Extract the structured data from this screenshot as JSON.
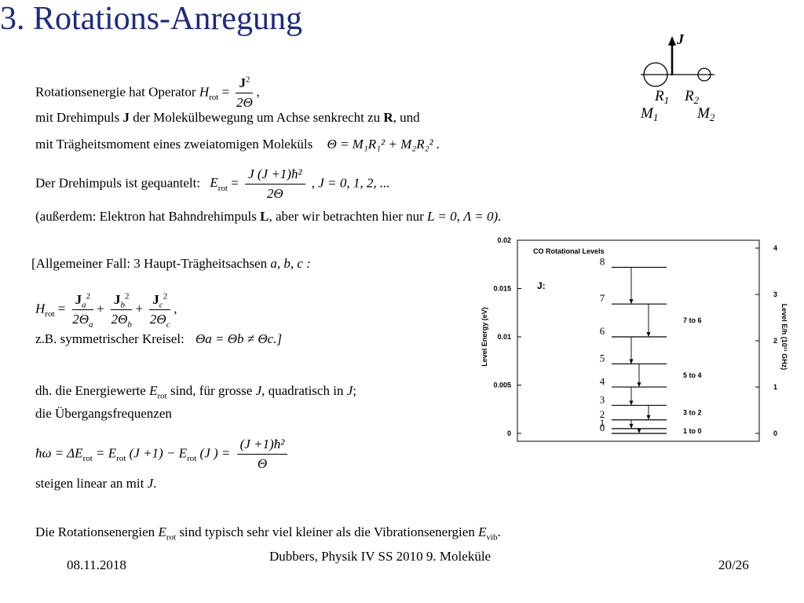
{
  "title": "3. Rotations-Anregung",
  "lines": {
    "l1_text": "Rotationsenergie hat Operator",
    "l1_H": "H",
    "l1_sub": "rot",
    "l1_eq": "=",
    "l1_num": "J",
    "l1_num_sup": "2",
    "l1_den": "2Θ",
    "l1_comma": ",",
    "l2_a": "mit Drehimpuls",
    "l2_J": "J",
    "l2_b": "der Molekülbewegung um Achse senkrecht zu",
    "l2_R": "R",
    "l2_c": ", und",
    "l3_text": "mit Trägheitsmoment eines zweiatomigen Moleküls",
    "l3_formula": "Θ = M₁R₁² + M₂R₂² .",
    "l4_text": "Der Drehimpuls ist gequantelt:",
    "l4_E": "E",
    "l4_sub": "rot",
    "l4_num": "J (J +1)ħ²",
    "l4_den": "2Θ",
    "l4_tail": ",   J = 0, 1, 2, ...",
    "l5_text": "(außerdem:  Elektron hat Bahndrehimpuls",
    "l5_L": "L",
    "l5_mid": ",  aber wir betrachten hier nur",
    "l5_formula": "L = 0, Λ = 0).",
    "l6_text": "[Allgemeiner Fall:  3 Haupt-Trägheitsachsen",
    "l6_abc": "a, b, c :",
    "l7_H": "H",
    "l7_sub": "rot",
    "l7_f1n": "J",
    "l7_f1s": "a",
    "l7_f1d": "2Θ",
    "l7_f1ds": "a",
    "l7_f2n": "J",
    "l7_f2s": "b",
    "l7_f2d": "2Θ",
    "l7_f2ds": "b",
    "l7_f3n": "J",
    "l7_f3s": "c",
    "l7_f3d": "2Θ",
    "l7_f3ds": "c",
    "l8_text": "z.B. symmetrischer Kreisel:",
    "l8_formula": "Θa = Θb ≠ Θc.]",
    "l9_text": "dh. die Energiewerte",
    "l9_E": "E",
    "l9_sub": "rot",
    "l9_mid": "sind, für grosse",
    "l9_J": "J",
    "l9_tail": ", quadratisch in",
    "l9_J2": "J",
    "l9_end": ";",
    "l10_text": "die Übergangsfrequenzen",
    "l11_left": "ħω = ΔE",
    "l11_sub": "rot",
    "l11_mid": " = E",
    "l11_mid_sub": "rot",
    "l11_mid2": " (J +1) − E",
    "l11_mid2_sub": "rot",
    "l11_mid3": " (J ) =",
    "l11_num": "(J +1)ħ²",
    "l11_den": "Θ",
    "l12_text": "steigen linear an mit",
    "l12_J": "J",
    "l12_end": ".",
    "l13_text": "Die Rotationsenergien",
    "l13_E": "E",
    "l13_sub": "rot",
    "l13_mid": "sind typisch sehr viel kleiner als die Vibrationsenergien",
    "l13_E2": "E",
    "l13_sub2": "vib",
    "l13_end": "."
  },
  "molecule": {
    "J_label": "J",
    "R1": "R",
    "R1_sub": "1",
    "R2": "R",
    "R2_sub": "2",
    "M1": "M",
    "M1_sub": "1",
    "M2": "M",
    "M2_sub": "2"
  },
  "chart_data": {
    "type": "line",
    "title": "CO Rotational Levels",
    "ylabel": "Level Energy (eV)",
    "ylabel_right": "Level E/h (10¹¹ GHz)",
    "ylim": [
      0,
      0.02
    ],
    "yticks": [
      "0",
      "0.005",
      "0.01",
      "0.015",
      "0.02"
    ],
    "yticks_right": [
      "0",
      "1",
      "2",
      "3",
      "4"
    ],
    "J_label": "J:",
    "levels": [
      {
        "J": "0",
        "energy": 0.0
      },
      {
        "J": "1",
        "energy": 0.0005
      },
      {
        "J": "2",
        "energy": 0.0014
      },
      {
        "J": "3",
        "energy": 0.0029
      },
      {
        "J": "4",
        "energy": 0.0048
      },
      {
        "J": "5",
        "energy": 0.0072
      },
      {
        "J": "6",
        "energy": 0.01
      },
      {
        "J": "7",
        "energy": 0.0134
      },
      {
        "J": "8",
        "energy": 0.0172
      }
    ],
    "transitions": [
      {
        "label": "1 to 0",
        "from": 1,
        "to": 0
      },
      {
        "label": "3 to 2",
        "from": 3,
        "to": 2
      },
      {
        "label": "5 to 4",
        "from": 5,
        "to": 4
      },
      {
        "label": "7 to 6",
        "from": 7,
        "to": 6
      }
    ]
  },
  "footer": {
    "date": "08.11.2018",
    "center": "Dubbers, Physik IV SS 2010 9. Moleküle",
    "page": "20/26"
  }
}
